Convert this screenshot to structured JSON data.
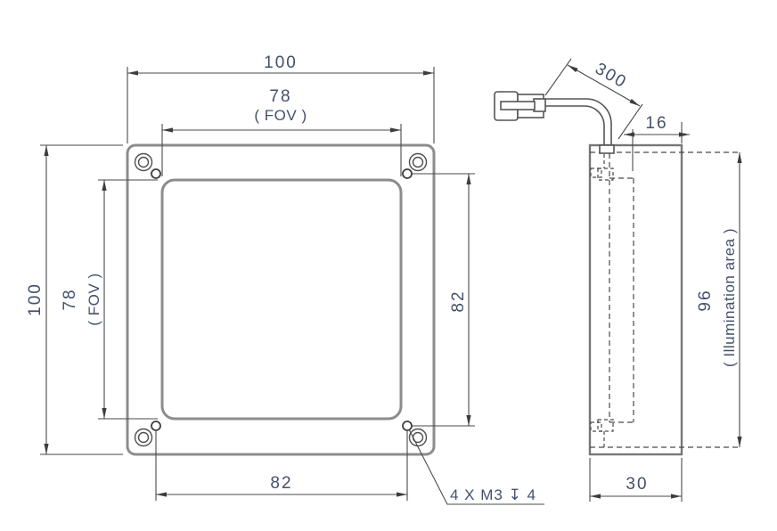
{
  "dims": {
    "front_overall_width": "100",
    "front_fov_width": "78",
    "front_fov_width_note": "( FOV )",
    "front_overall_height": "100",
    "front_fov_height": "78",
    "front_fov_height_note": "( FOV )",
    "hole_spacing_vertical": "82",
    "hole_spacing_horizontal": "82",
    "cable_length": "300",
    "side_depth_top": "16",
    "illumination_height": "96",
    "illumination_note": "( Illumination area )",
    "side_width_bottom": "30",
    "thread_callout": "4 X M3 ↧ 4"
  },
  "colors": {
    "dimension_text": "#44506B",
    "dimension_line": "#4a4a4a",
    "part_outline": "#8c8c8c",
    "hidden_line": "#4a4a4a",
    "background": "#ffffff"
  }
}
